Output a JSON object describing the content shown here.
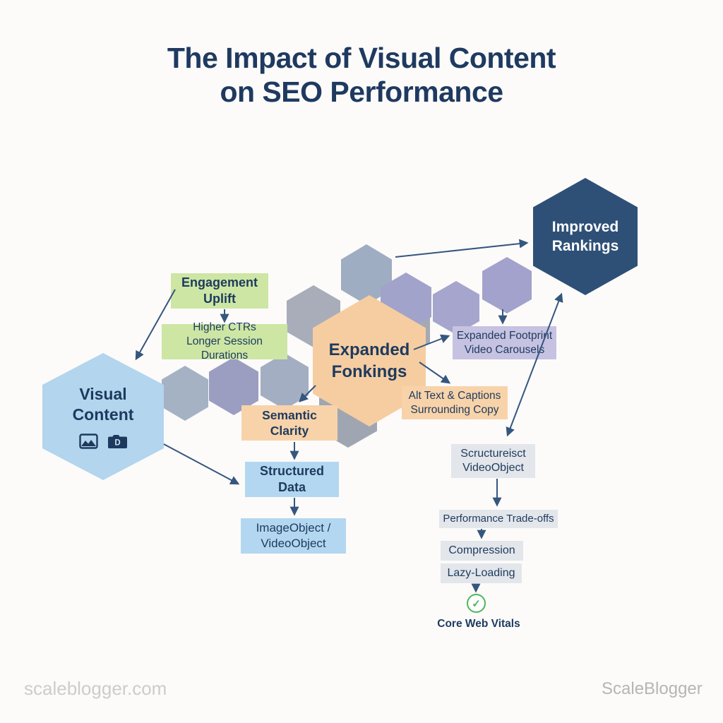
{
  "title": "The Impact of Visual Content\non SEO Performance",
  "hexagons": {
    "visual_content": {
      "label": "Visual\nContent",
      "fill": "#b3d5ee",
      "text_color": "#1d3a5e"
    },
    "expanded_fonkings": {
      "label": "Expanded\nFonkings",
      "fill": "#f6cda1",
      "text_color": "#1d3a5e"
    },
    "improved_rankings": {
      "label": "Improved\nRankings",
      "fill": "#2e5077",
      "text_color": "#ffffff"
    }
  },
  "boxes": {
    "engagement_uplift": {
      "label": "Engagement\nUplift",
      "fill": "#cde6a4"
    },
    "higher_ctrs": {
      "label": "Higher CTRs\nLonger Session Durations",
      "fill": "#cde6a4"
    },
    "semantic_clarity": {
      "label": "Semantic Clarity",
      "fill": "#f8d3aa"
    },
    "alt_text_captions": {
      "label": "Alt Text & Captions\nSurrounding Copy",
      "fill": "#f8d3aa"
    },
    "expanded_footprint": {
      "label": "Expanded Footprint\nVideo Carousels",
      "fill": "#c6c2e1"
    },
    "structured_data": {
      "label": "Structured\nData",
      "fill": "#b3d7f0"
    },
    "image_video_object": {
      "label": "ImageObject /\nVideoObject",
      "fill": "#b3d7f0"
    },
    "structured_videoobject": {
      "label": "Scructureisct\nVideoObject",
      "fill": "#e3e6ea"
    },
    "performance_tradeoffs": {
      "label": "Performance Trade-offs",
      "fill": "#e3e6ea"
    },
    "compression": {
      "label": "Compression",
      "fill": "#e3e6ea"
    },
    "lazy_loading": {
      "label": "Lazy-Loading",
      "fill": "#e3e6ea"
    }
  },
  "labels": {
    "core_web_vitals": "Core Web Vitals",
    "check_glyph": "✓"
  },
  "icons": {
    "image_icon": "image-thumbnail",
    "camera_icon": "camera-with-D",
    "check_icon": "green-checkmark-circle"
  },
  "footer": {
    "left": "scaleblogger.com",
    "right": "ScaleBlogger"
  },
  "colors": {
    "title": "#1f3a60",
    "arrow": "#35567e",
    "check_green": "#4cb65a",
    "bg_hex_gray_blue": "#a3b0c4",
    "bg_hex_lavender": "#a3a3cb",
    "bg_hex_gray": "#a5a9b3"
  }
}
